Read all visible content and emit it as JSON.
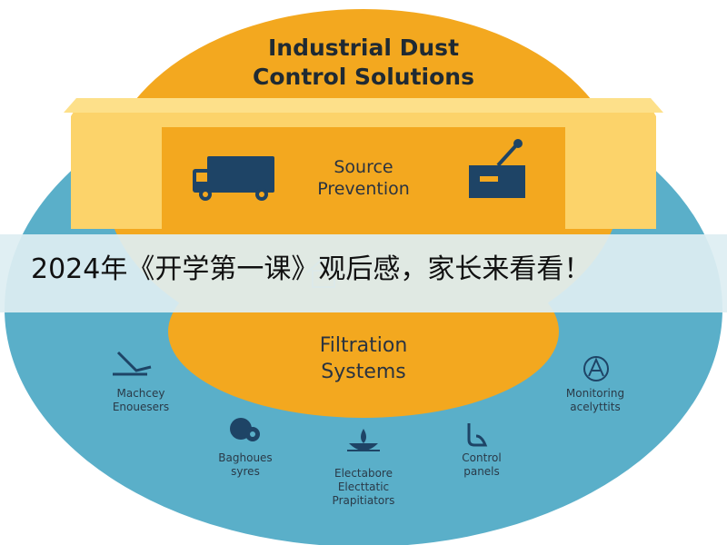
{
  "title": {
    "line1": "Industrial Dust",
    "line2": "Control Solutions"
  },
  "source": {
    "line1": "Source",
    "line2": "Prevention"
  },
  "filtration": {
    "line1": "Filtration",
    "line2": "Systems"
  },
  "nodes": {
    "machinery": {
      "line1": "Machcey",
      "line2": "Enouesers",
      "icon": "conveyor-icon"
    },
    "monitoring": {
      "line1": "Monitoring",
      "line2": "acelyttits",
      "icon": "monitor-a-icon"
    },
    "baghouse": {
      "line1": "Baghoues",
      "line2": "syres",
      "icon": "baghouse-icon"
    },
    "electro": {
      "line1": "Electabore",
      "line2": "Electtatic",
      "line3": "Prapitiators",
      "icon": "precipitator-icon"
    },
    "control": {
      "line1": "Control",
      "line2": "panels",
      "icon": "control-panel-icon"
    }
  },
  "banner": {
    "text": "2024年《开学第一课》观后感，家长来看看！"
  },
  "colors": {
    "outer_circle": "#5aafc9",
    "inner_orange": "#f3a81f",
    "pale_yellow": "#fcd36a",
    "banner_bg": "#deeef2",
    "icon_navy": "#1e4466"
  }
}
